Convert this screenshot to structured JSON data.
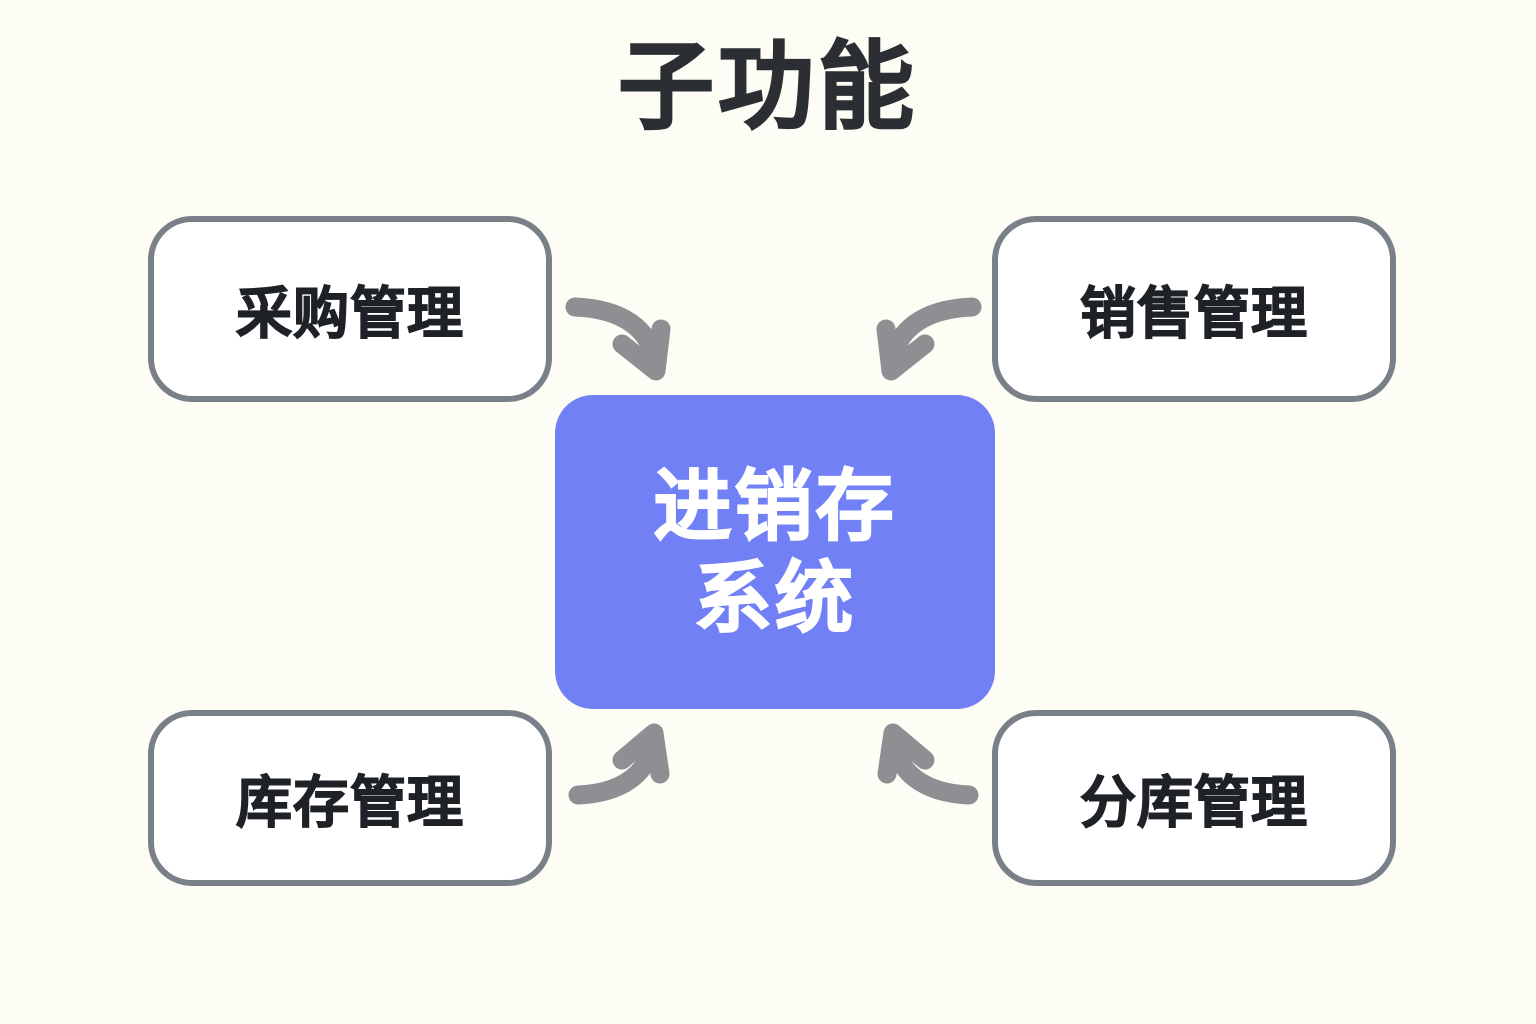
{
  "page": {
    "title": "子功能",
    "background_color": "#FDFDF5",
    "title_color": "#2B2F33"
  },
  "hub": {
    "line1": "进销存",
    "line2": "系统",
    "fill_color": "#7280F5",
    "text_color": "#FFFFFF"
  },
  "nodes": [
    {
      "id": "purchase",
      "label": "采购管理",
      "position": "top-left",
      "border_color": "#7A8088",
      "fill_color": "#FFFFFF",
      "text_color": "#1E2227"
    },
    {
      "id": "sales",
      "label": "销售管理",
      "position": "top-right",
      "border_color": "#7A8088",
      "fill_color": "#FFFFFF",
      "text_color": "#1E2227"
    },
    {
      "id": "inventory",
      "label": "库存管理",
      "position": "bottom-left",
      "border_color": "#7A8088",
      "fill_color": "#FFFFFF",
      "text_color": "#1E2227"
    },
    {
      "id": "warehouse",
      "label": "分库管理",
      "position": "bottom-right",
      "border_color": "#7A8088",
      "fill_color": "#FFFFFF",
      "text_color": "#1E2227"
    }
  ],
  "arrows": [
    {
      "id": "purchase-to-hub",
      "from": "purchase",
      "to": "hub",
      "direction": "down-right",
      "color": "#8E8E93"
    },
    {
      "id": "sales-to-hub",
      "from": "sales",
      "to": "hub",
      "direction": "down-left",
      "color": "#8E8E93"
    },
    {
      "id": "inventory-to-hub",
      "from": "inventory",
      "to": "hub",
      "direction": "up-right",
      "color": "#8E8E93"
    },
    {
      "id": "warehouse-to-hub",
      "from": "warehouse",
      "to": "hub",
      "direction": "up-left",
      "color": "#8E8E93"
    }
  ],
  "chart_data": {
    "type": "diagram",
    "diagram_kind": "hub-and-spoke",
    "title": "子功能",
    "center": "进销存系统",
    "spokes": [
      "采购管理",
      "销售管理",
      "库存管理",
      "分库管理"
    ],
    "edge_direction": "spoke-to-center"
  }
}
